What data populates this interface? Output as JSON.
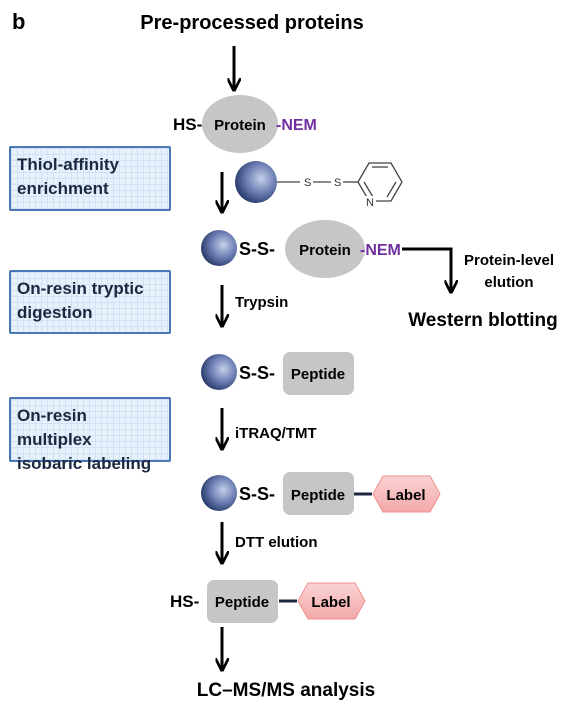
{
  "panel_label": "b",
  "start_title": "Pre-processed proteins",
  "steps": {
    "protein_prefix": "HS-",
    "protein_label": "Protein",
    "nem_label": "-NEM",
    "ss_label": "S-S-",
    "peptide_label": "Peptide",
    "tag_label": "Label",
    "hs_prefix": "HS-",
    "reagent_s1": "S",
    "reagent_s2": "S",
    "reagent_n": "N"
  },
  "side_boxes": {
    "thiol": "Thiol-affinity\nenrichment",
    "tryptic": "On-resin tryptic\ndigestion",
    "multiplex": "On-resin multiplex\nisobaric labeling"
  },
  "arrow_labels": {
    "trypsin": "Trypsin",
    "itraq": "iTRAQ/TMT",
    "dtt": "DTT elution",
    "protein_level_1": "Protein-level",
    "protein_level_2": "elution"
  },
  "outputs": {
    "western": "Western blotting",
    "lcms": "LC–MS/MS analysis"
  },
  "colors": {
    "bead_dark": "#2c3e6e",
    "bead_light": "#c6d0ea",
    "gray_shape": "#c6c6c6",
    "nem_purple": "#7030a0",
    "label_pink": "#f6b8b8",
    "box_border": "#4a78b5",
    "box_fill": "#e7f0fb"
  }
}
